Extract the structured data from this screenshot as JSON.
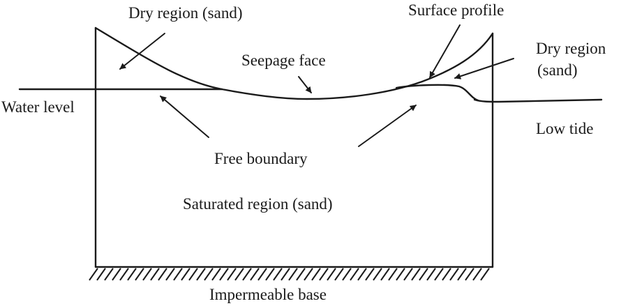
{
  "labels": {
    "dry_region_left": "Dry region (sand)",
    "surface_profile": "Surface profile",
    "dry_region_right_line1": "Dry region",
    "dry_region_right_line2": "(sand)",
    "seepage_face": "Seepage face",
    "water_level": "Water level",
    "low_tide": "Low tide",
    "free_boundary": "Free boundary",
    "saturated_region": "Saturated region (sand)",
    "impermeable_base": "Impermeable base"
  },
  "colors": {
    "stroke": "#1a1a1a",
    "background": "#ffffff"
  }
}
